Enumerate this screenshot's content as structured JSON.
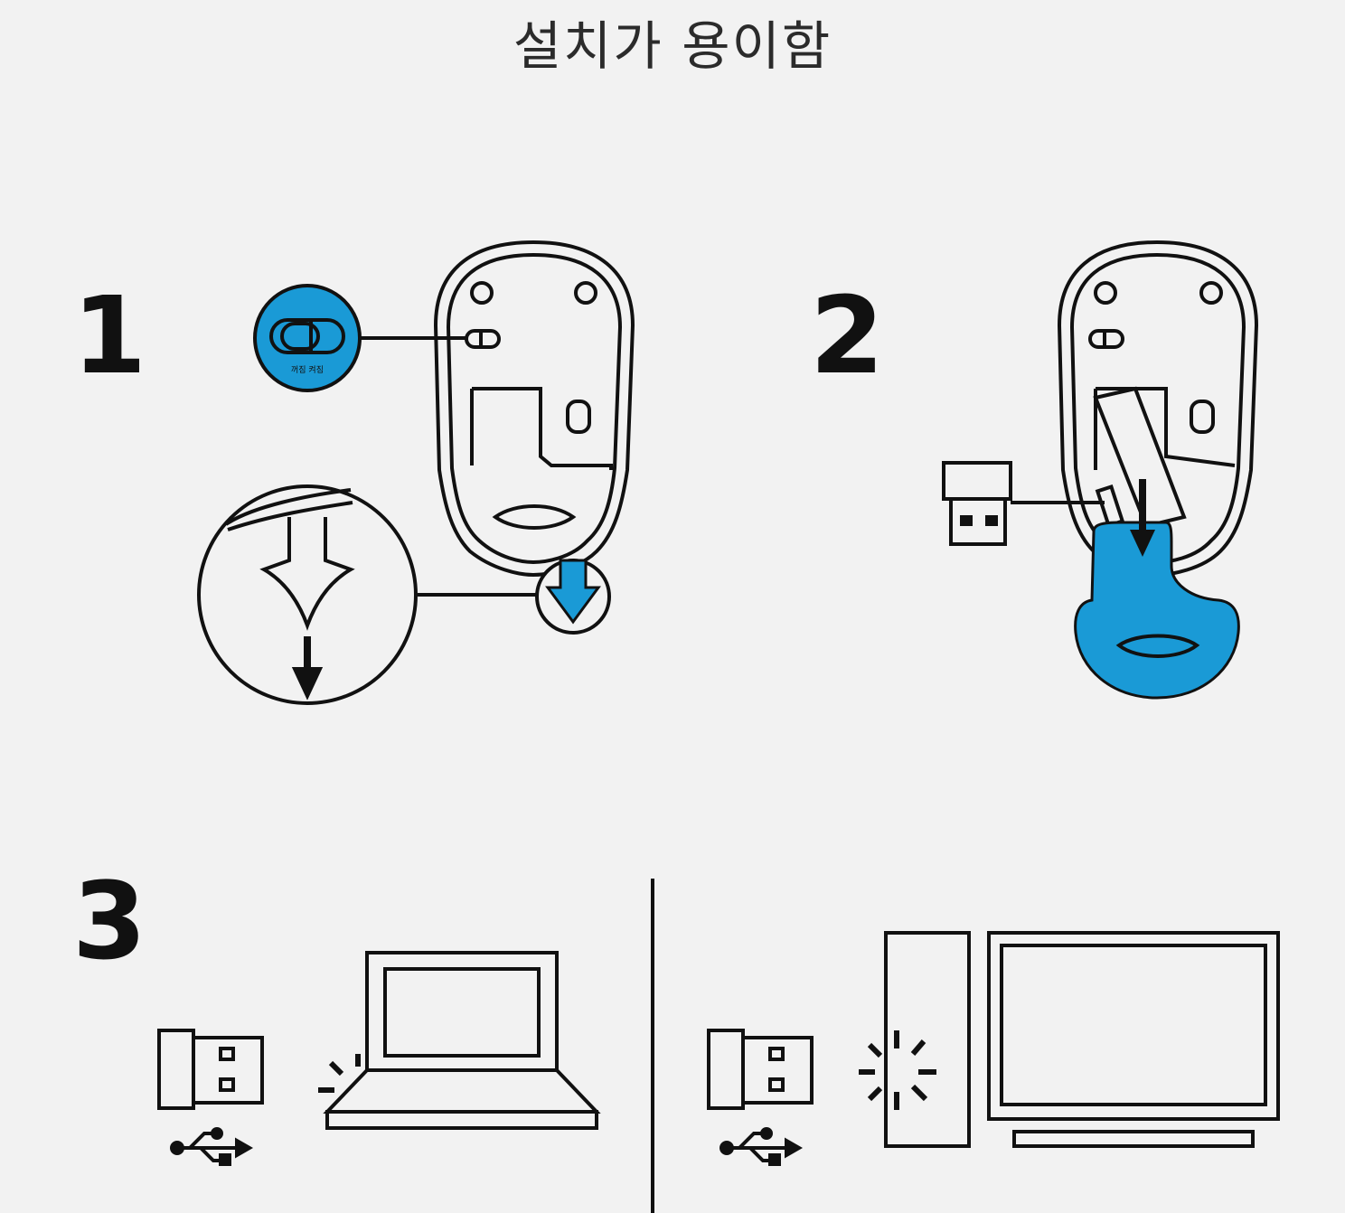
{
  "title": "설치가 용이함",
  "steps": [
    {
      "number": "1"
    },
    {
      "number": "2"
    },
    {
      "number": "3"
    }
  ],
  "switch_label": "꺼짐 켜짐",
  "colors": {
    "accent": "#1a9ad6",
    "line": "#111111",
    "background": "#f2f2f2"
  },
  "icons": [
    "power-switch-icon",
    "battery-tab-arrow-icon",
    "usb-receiver-icon",
    "usb-symbol-icon",
    "laptop-icon",
    "desktop-tower-icon",
    "monitor-icon"
  ]
}
